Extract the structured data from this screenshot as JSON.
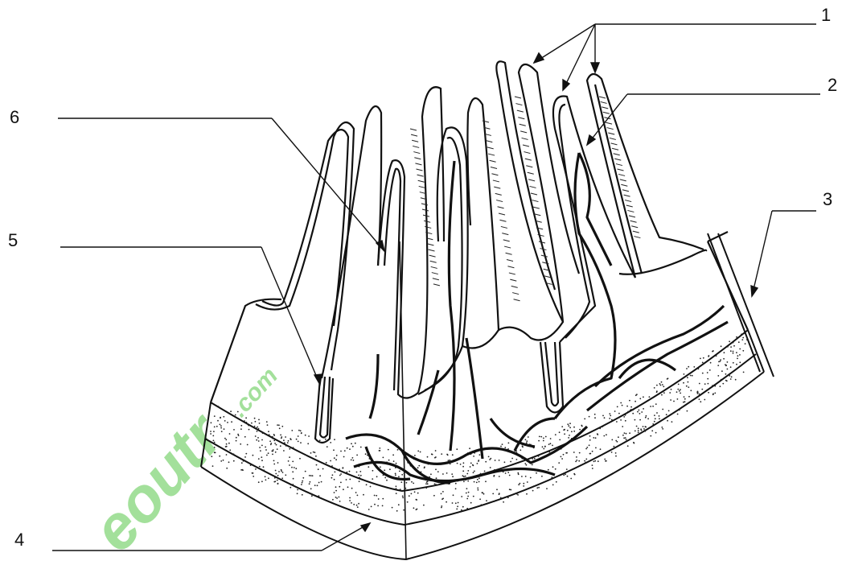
{
  "labels": {
    "l1": "1",
    "l2": "2",
    "l3": "3",
    "l4": "4",
    "l5": "5",
    "l6": "6"
  },
  "colors": {
    "line": "#111111",
    "watermark": "#58c84a"
  }
}
